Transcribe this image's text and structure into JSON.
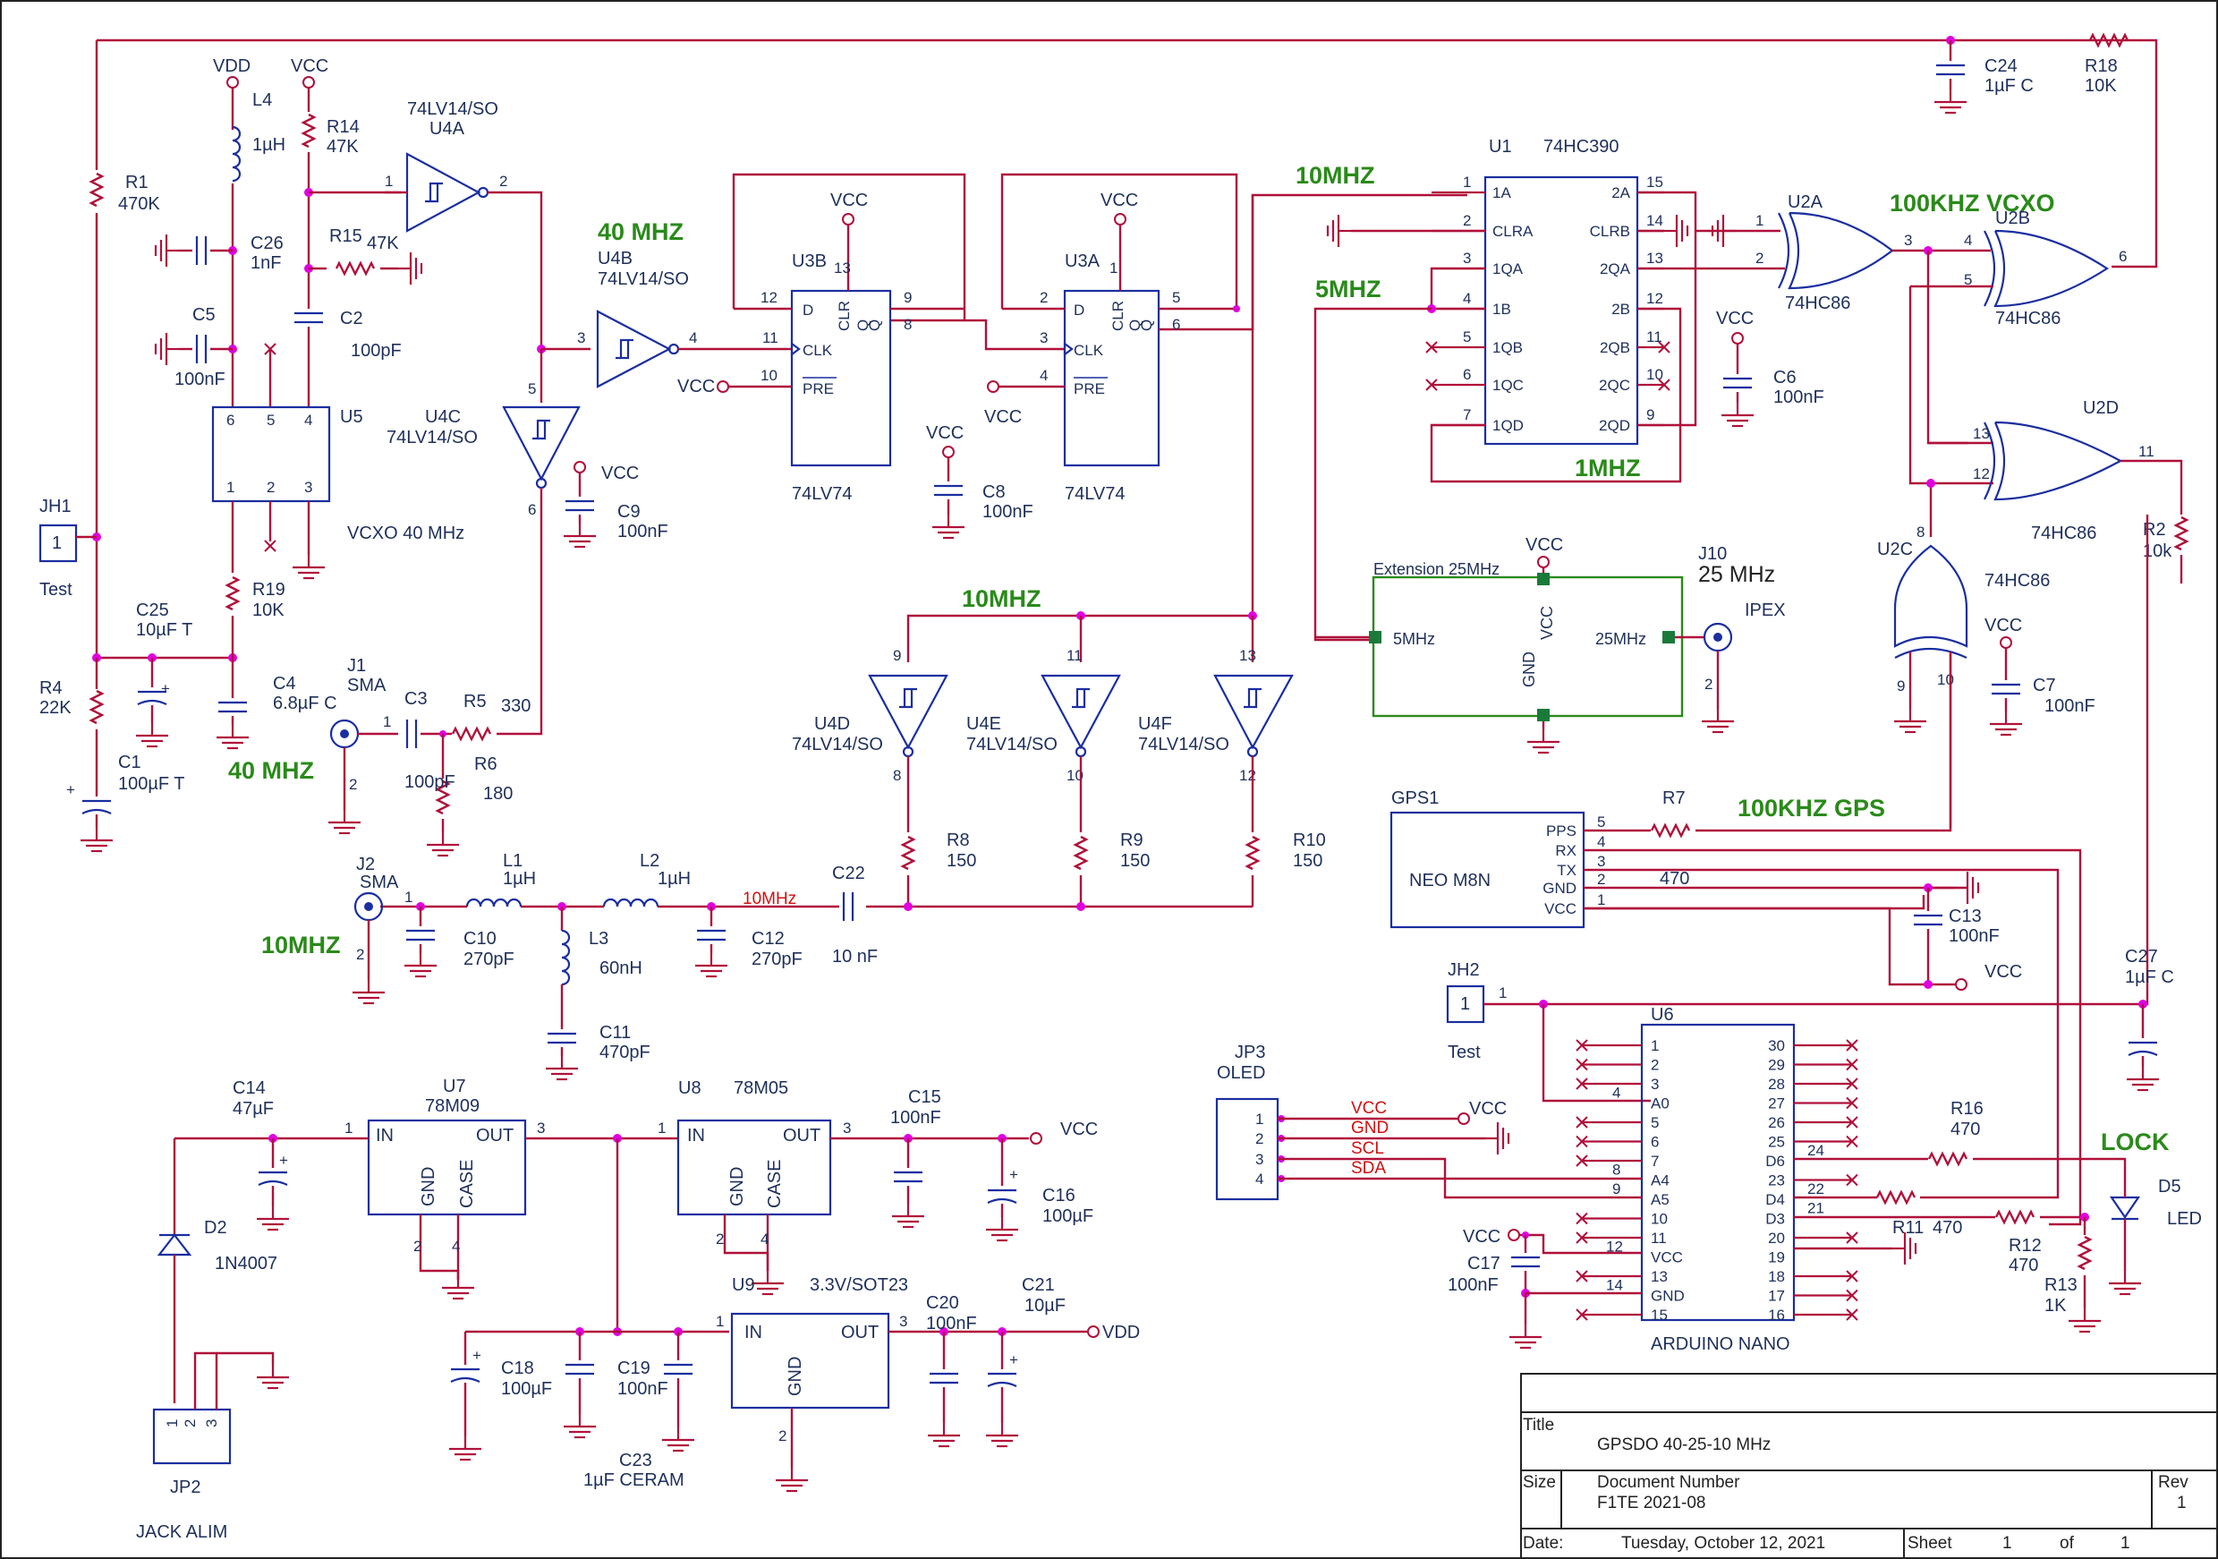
{
  "title_block": {
    "title_label": "Title",
    "title": "GPSDO 40-25-10 MHz",
    "size_label": "Size",
    "docnum_label": "Document Number",
    "docnum": "F1TE 2021-08",
    "rev_label": "Rev",
    "rev": "1",
    "date_label": "Date:",
    "date": "Tuesday, October 12, 2021",
    "sheet_label": "Sheet",
    "sheet": "1",
    "of_label": "of",
    "sheet_total": "1"
  },
  "nets": {
    "mhz40_a": "40 MHZ",
    "mhz40_b": "40 MHZ",
    "mhz10_top": "10MHZ",
    "mhz5": "5MHZ",
    "mhz1": "1MHZ",
    "khz100_vcxo": "100KHZ VCXO",
    "mhz10_mid": "10MHZ",
    "mhz10_j2": "10MHZ",
    "khz100_gps": "100KHZ GPS",
    "lock": "LOCK",
    "mhz10_red": "10MHz"
  },
  "power": {
    "vdd": "VDD",
    "vcc": "VCC"
  },
  "parts": {
    "r1": "R1",
    "r1_v": "470K",
    "r4": "R4",
    "r4_v": "22K",
    "c1": "C1",
    "c1_v": "100µF T",
    "c25": "C25",
    "c25_v": "10µF T",
    "jh1": "JH1",
    "jh1_pin": "1",
    "jh1_t": "Test",
    "l4": "L4",
    "l4_v": "1µH",
    "c26": "C26",
    "c26_v": "1nF",
    "c5": "C5",
    "c5_v": "100nF",
    "r14": "R14",
    "r14_v": "47K",
    "r15": "R15",
    "r15_v": "47K",
    "c2": "C2",
    "c2_v": "100pF",
    "u5": "U5",
    "u5_d": "VCXO 40 MHz",
    "r19": "R19",
    "r19_v": "10K",
    "c4": "C4",
    "c4_v": "6.8µF C",
    "j1": "J1",
    "j1_t": "SMA",
    "c3": "C3",
    "c3_v": "100pF",
    "r5": "R5",
    "r5_v": "330",
    "r6": "R6",
    "r6_v": "180",
    "u4a": "U4A",
    "u4a_t": "74LV14/SO",
    "u4b": "U4B",
    "u4b_t": "74LV14/SO",
    "u4c": "U4C",
    "u4c_t": "74LV14/SO",
    "c9": "C9",
    "c9_v": "100nF",
    "u3b": "U3B",
    "u3a": "U3A",
    "lv74": "74LV74",
    "c8": "C8",
    "c8_v": "100nF",
    "u1": "U1",
    "u1_t": "74HC390",
    "c6": "C6",
    "c6_v": "100nF",
    "u2a": "U2A",
    "u2b": "U2B",
    "u2c": "U2C",
    "u2d": "U2D",
    "hc86": "74HC86",
    "c24": "C24",
    "c24_v": "1µF C",
    "r18": "R18",
    "r18_v": "10K",
    "r2": "R2",
    "r2_v": "10k",
    "c7": "C7",
    "c7_v": "100nF",
    "ext": "Extension 25MHz",
    "ext_5": "5MHz",
    "ext_25": "25MHz",
    "ext_vcc": "VCC",
    "ext_gnd": "GND",
    "j10": "J10",
    "j10_t": "25 MHz",
    "ipex": "IPEX",
    "u4d": "U4D",
    "u4e": "U4E",
    "u4f": "U4F",
    "r8": "R8",
    "r8_v": "150",
    "r9": "R9",
    "r9_v": "150",
    "r10": "R10",
    "r10_v": "150",
    "j2": "J2",
    "j2_t": "SMA",
    "l1": "L1",
    "l1_v": "1µH",
    "l2": "L2",
    "l2_v": "1µH",
    "l3": "L3",
    "l3_v": "60nH",
    "c10": "C10",
    "c10_v": "270pF",
    "c11": "C11",
    "c11_v": "470pF",
    "c12": "C12",
    "c12_v": "270pF",
    "c22": "C22",
    "c22_v": "10 nF",
    "gps1": "GPS1",
    "neo": "NEO M8N",
    "r7": "R7",
    "r7_v": "470",
    "c13": "C13",
    "c13_v": "100nF",
    "c27": "C27",
    "c27_v": "1µF C",
    "jh2": "JH2",
    "jh2_pin": "1",
    "jh2_t": "Test",
    "u6": "U6",
    "nano": "ARDUINO NANO",
    "jp3": "JP3",
    "oled": "OLED",
    "r16": "R16",
    "r16_v": "470",
    "r11": "R11",
    "r11_v": "470",
    "r12": "R12",
    "r12_v": "470",
    "r13": "R13",
    "r13_v": "1K",
    "d5": "D5",
    "led": "LED",
    "c17": "C17",
    "c17_v": "100nF",
    "c14": "C14",
    "c14_v": "47µF",
    "d2": "D2",
    "d2_v": "1N4007",
    "jp2": "JP2",
    "jack": "JACK ALIM",
    "u7": "U7",
    "u7_t": "78M09",
    "u8": "U8",
    "u8_t": "78M05",
    "c15": "C15",
    "c15_v": "100nF",
    "c16": "C16",
    "c16_v": "100µF",
    "c18": "C18",
    "c18_v": "100µF",
    "c19": "C19",
    "c19_v": "100nF",
    "c23": "C23",
    "c23_v": "1µF CERAM",
    "u9": "U9",
    "u9_t": "3.3V/SOT23",
    "c20": "C20",
    "c20_v": "100nF",
    "c21": "C21",
    "c21_v": "10µF"
  },
  "pins": {
    "in": "IN",
    "out": "OUT",
    "gnd": "GND",
    "case": "CASE",
    "d": "D",
    "clk": "CLK",
    "pre": "PRE",
    "clr": "CLR",
    "q": "Q",
    "u1_l": [
      "1A",
      "CLRA",
      "1QA",
      "1B",
      "1QB",
      "1QC",
      "1QD"
    ],
    "u1_r": [
      "2A",
      "CLRB",
      "2QA",
      "2B",
      "2QB",
      "2QC",
      "2QD"
    ],
    "gps_pins": [
      "PPS",
      "RX",
      "TX",
      "GND",
      "VCC"
    ],
    "oled_sig": [
      "VCC",
      "GND",
      "SCL",
      "SDA"
    ],
    "nano_l": [
      "1",
      "2",
      "3",
      "A0",
      "5",
      "6",
      "7",
      "A4",
      "A5",
      "10",
      "11",
      "VCC",
      "13",
      "GND",
      "15"
    ],
    "nano_r": [
      "30",
      "29",
      "28",
      "27",
      "26",
      "25",
      "D6",
      "23",
      "D4",
      "D3",
      "20",
      "19",
      "18",
      "17",
      "16"
    ]
  }
}
